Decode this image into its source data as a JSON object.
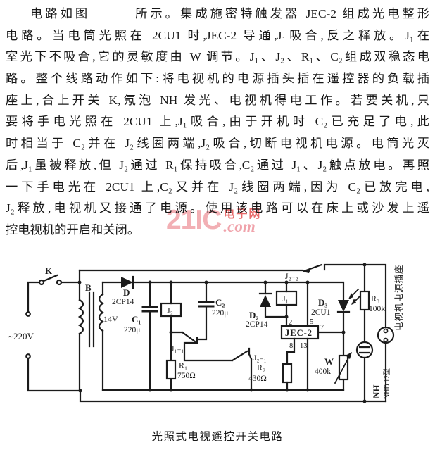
{
  "document": {
    "lines": [
      "电路如图　　　所示。集成施密特触发器 JEC-2 组成光电整形",
      "电路。当电筒光照在 2CU1 时,JEC-2 导通,J₁吸合,反之释放。J₁在",
      "室光下不吸合,它的灵敏度由 W 调节。J₁、J₂、R₁、C₂组成双稳态电",
      "路。整个线路动作如下:将电视机的电源插头插在遥控器的负载插",
      "座上,合上开关 K,氖泡 NH 发光、电视机得电工作。若要关机,只",
      "要将手电光照在 2CU1 上,J₁吸合,由于开机时 C₂已充足了电,此",
      "时相当于 C₂并在 J₂线圈两端,J₂吸合,切断电视机电源。电筒光灭",
      "后,J₁虽被释放,但 J₂通过 R₁保持吸合,C₂通过 J₁、J₂触点放电。再照",
      "一下手电光在 2CU1 上,C₂又并在 J₂线圈两端,因为 C₂已放完电,",
      "J₂释放,电视机又接通了电源。使用该电路可以在床上或沙发上遥",
      "控电视机的开启和关闭。"
    ],
    "caption": "光照式电视遥控开关电路"
  },
  "watermark": {
    "logo": "21IC",
    "site_name": "电子网",
    "domain_suffix": ".com",
    "logo_color": "#f2afb4",
    "site_color": "#e86b6b"
  },
  "circuit": {
    "switch_k": "K",
    "mains_voltage": "~220V",
    "transformer": "B",
    "secondary_voltage": "14V",
    "d1": "D",
    "d1_type": "2CP14",
    "c1": "C₁",
    "c1_value": "220μ",
    "j2_coil": "J₂",
    "c2": "C₂",
    "c2_value": "220μ",
    "j1_contact": "J₁₋₁",
    "r1": "R₁",
    "r1_value": "750Ω",
    "j2_contact1": "J₂₋₁",
    "d2": "D₂",
    "d2_type": "2CP14",
    "j1_coil": "J₁",
    "ic": "JEC-2",
    "pin2": "2",
    "pin5": "5",
    "pin7": "7",
    "pin8": "8",
    "pin13": "13",
    "r2": "R₂",
    "r2_value": "430Ω",
    "j2_contact2": "J₂₋₂",
    "d3": "D₃",
    "d3_type": "2CU1",
    "r3": "R₃",
    "r3_value": "100k",
    "w": "W",
    "w_value": "400k",
    "nh": "NH",
    "nh_type": "NHD 12型",
    "socket_label": "电视机电源插座"
  }
}
